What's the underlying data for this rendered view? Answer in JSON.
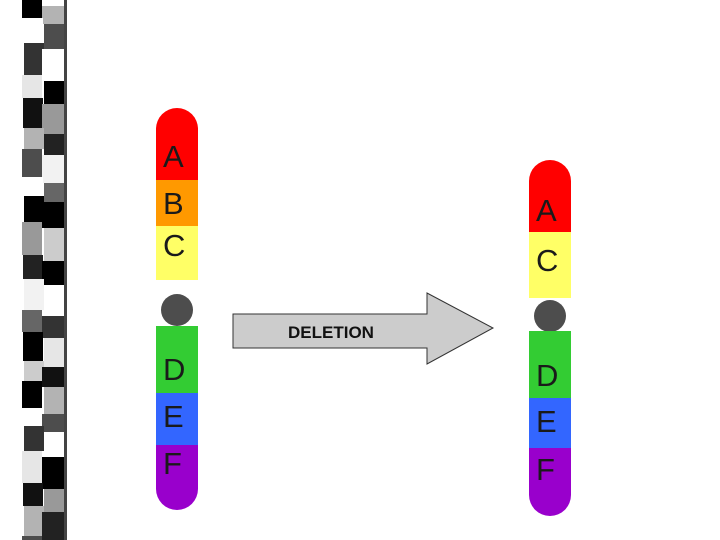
{
  "colors": {
    "A": "#ff0000",
    "B": "#ff9900",
    "C": "#ffff66",
    "D": "#33cc33",
    "E": "#3366ff",
    "F": "#9900cc",
    "centromere": "#4d4d4d",
    "arrow_fill": "#cccccc"
  },
  "original": {
    "bands": [
      {
        "id": "A",
        "label": "A"
      },
      {
        "id": "B",
        "label": "B"
      },
      {
        "id": "C",
        "label": "C"
      },
      {
        "id": "D",
        "label": "D"
      },
      {
        "id": "E",
        "label": "E"
      },
      {
        "id": "F",
        "label": "F"
      }
    ]
  },
  "mutated": {
    "bands": [
      {
        "id": "A",
        "label": "A"
      },
      {
        "id": "C",
        "label": "C"
      },
      {
        "id": "D",
        "label": "D"
      },
      {
        "id": "E",
        "label": "E"
      },
      {
        "id": "F",
        "label": "F"
      }
    ]
  },
  "arrow": {
    "label": "DELETION"
  }
}
